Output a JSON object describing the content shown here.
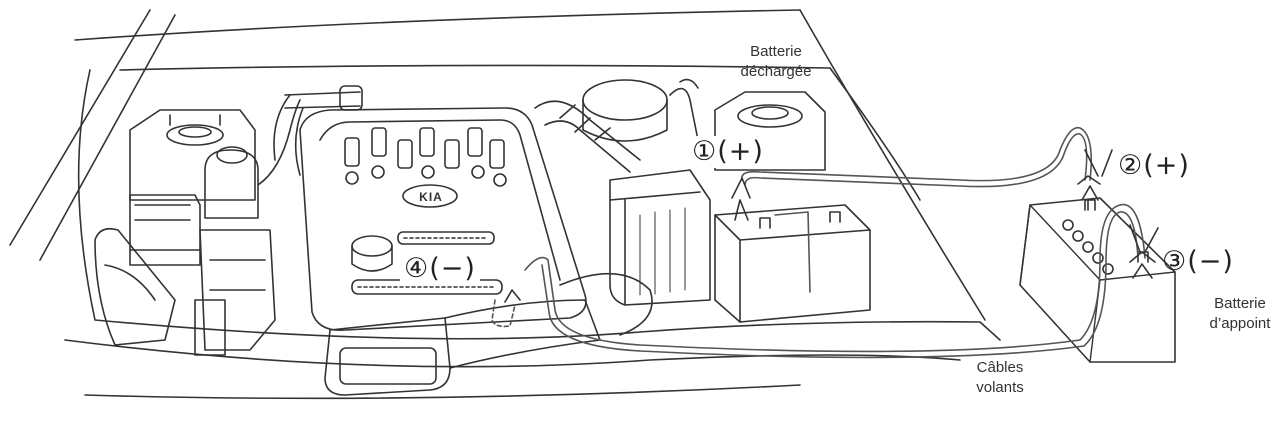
{
  "labels": {
    "discharged_battery": [
      "Batterie",
      "déchargée"
    ],
    "booster_battery": [
      "Batterie",
      "d’appoint"
    ],
    "cables": [
      "Câbles",
      "volants"
    ]
  },
  "steps": {
    "step1": "①(+)",
    "step2": "②(+)",
    "step3": "③(−)",
    "step4": "④(−)"
  },
  "engine_logo": "KIA",
  "colors": {
    "line": "#333333",
    "cable": "#666666",
    "background": "#ffffff"
  }
}
